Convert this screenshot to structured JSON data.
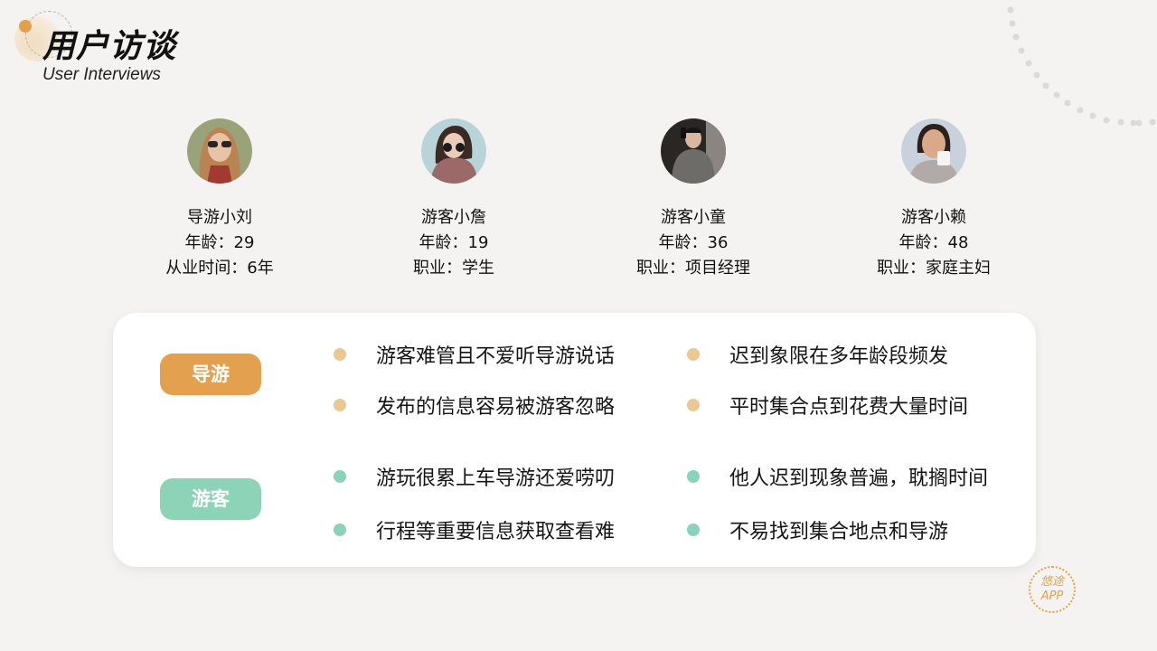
{
  "header": {
    "title": "用户访谈",
    "subtitle": "User Interviews"
  },
  "personas": [
    {
      "name": "导游小刘",
      "age_line": "年龄：29",
      "detail_line": "从业时间：6年",
      "avatar": "avatar-woman-sunglasses"
    },
    {
      "name": "游客小詹",
      "age_line": "年龄：19",
      "detail_line": "职业：学生",
      "avatar": "avatar-girl-scarf-sunglasses"
    },
    {
      "name": "游客小童",
      "age_line": "年龄：36",
      "detail_line": "职业：项目经理",
      "avatar": "avatar-man-selfie"
    },
    {
      "name": "游客小赖",
      "age_line": "年龄：48",
      "detail_line": "职业：家庭主妇",
      "avatar": "avatar-woman-smiling-cup"
    }
  ],
  "findings": {
    "guide": {
      "label": "导游",
      "color": "#e3a04f",
      "bullet_color": "#ebc792",
      "items": [
        "游客难管且不爱听导游说话",
        "迟到象限在多年龄段频发",
        "发布的信息容易被游客忽略",
        "平时集合点到花费大量时间"
      ]
    },
    "tourist": {
      "label": "游客",
      "color": "#8cd3b8",
      "bullet_color": "#8bd3b8",
      "items": [
        "游玩很累上车导游还爱唠叨",
        "他人迟到现象普遍，耽搁时间",
        "行程等重要信息获取查看难",
        "不易找到集合地点和导游"
      ]
    }
  },
  "badge": {
    "line1": "悠途",
    "line2": "APP"
  }
}
